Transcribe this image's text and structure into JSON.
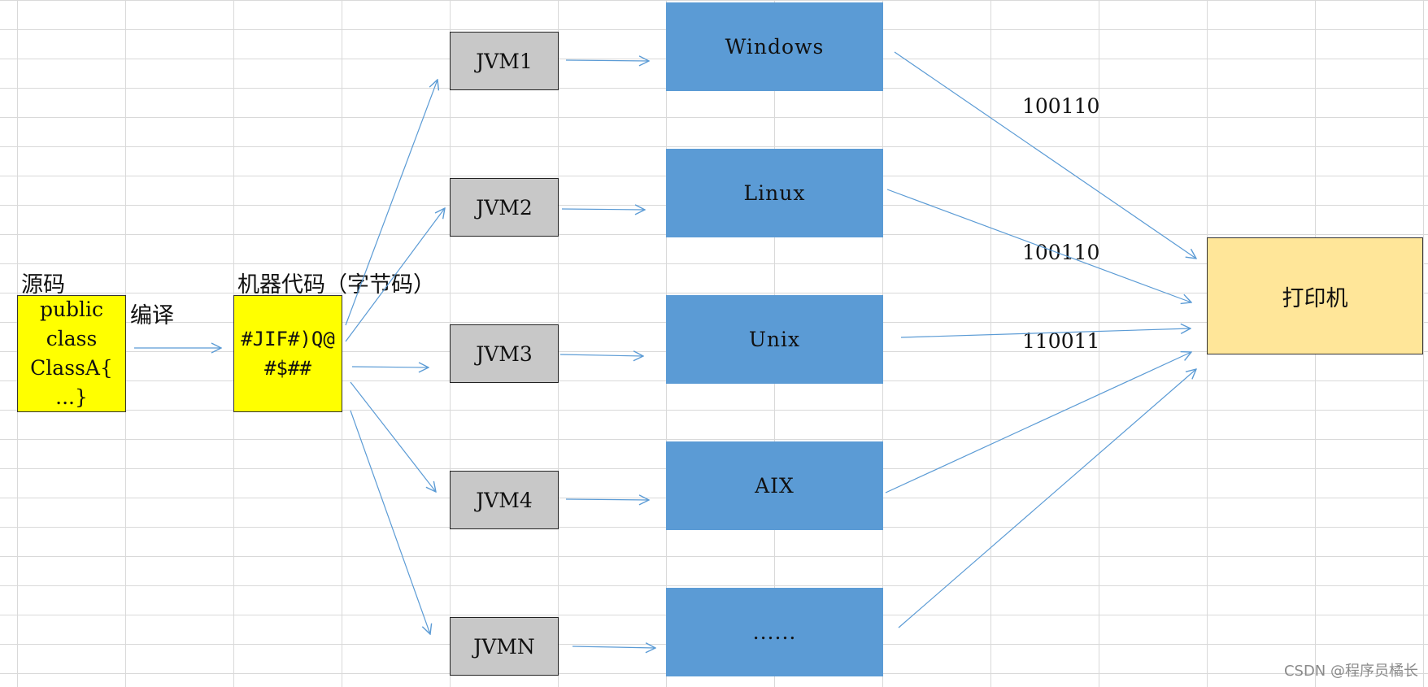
{
  "colors": {
    "source_fill": "#ffff00",
    "bytecode_fill": "#ffff00",
    "jvm_fill": "#c8c8c8",
    "os_fill": "#5b9bd5",
    "printer_fill": "#ffe699",
    "arrow": "#5b9bd5"
  },
  "source": {
    "label": "源码",
    "code": "public\nclass\nClassA{\n...}"
  },
  "compile": {
    "label": "编译"
  },
  "bytecode": {
    "label": "机器代码（字节码）",
    "code": "#JIF#)Q@\n#$##"
  },
  "jvms": [
    "JVM1",
    "JVM2",
    "JVM3",
    "JVM4",
    "JVMN"
  ],
  "os": [
    "Windows",
    "Linux",
    "Unix",
    "AIX",
    "......"
  ],
  "printer": {
    "label": "打印机"
  },
  "binary": [
    "100110",
    "100110",
    "110011"
  ],
  "watermark": "CSDN @程序员橘长"
}
